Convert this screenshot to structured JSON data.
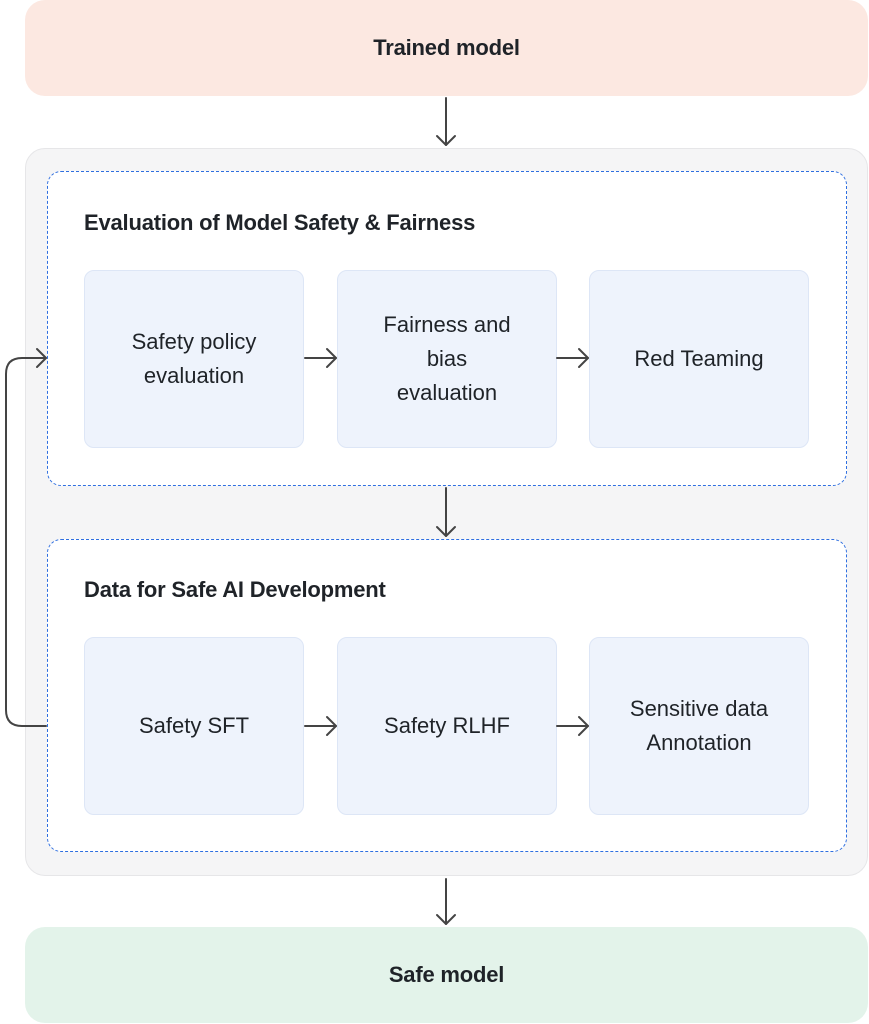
{
  "start": {
    "label": "Trained model"
  },
  "evaluation": {
    "title": "Evaluation of Model Safety & Fairness",
    "steps": [
      "Safety policy evaluation",
      "Fairness and bias evaluation",
      "Red Teaming"
    ]
  },
  "data_dev": {
    "title": "Data for Safe AI Development",
    "steps": [
      "Safety SFT",
      "Safety RLHF",
      "Sensitive data Annotation"
    ]
  },
  "end": {
    "label": "Safe model"
  },
  "colors": {
    "start_fill": "#fce8e1",
    "end_fill": "#e3f3ea",
    "container_fill": "#f5f5f6",
    "group_border": "#2f6fe0",
    "step_fill": "#eef3fc",
    "arrow": "#444444"
  }
}
